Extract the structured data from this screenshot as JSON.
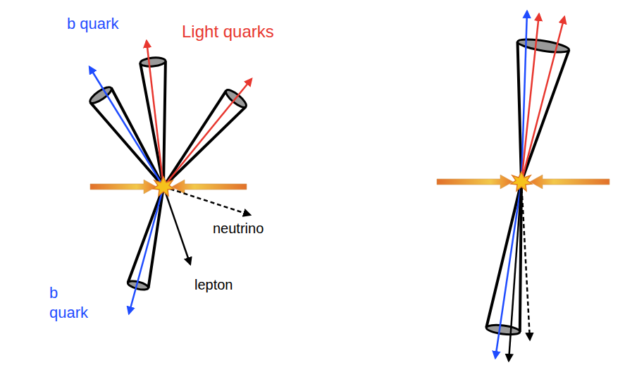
{
  "diagram": {
    "labels": [
      "b quark",
      "Light quarks",
      "neutrino",
      "lepton",
      "b quark"
    ]
  }
}
